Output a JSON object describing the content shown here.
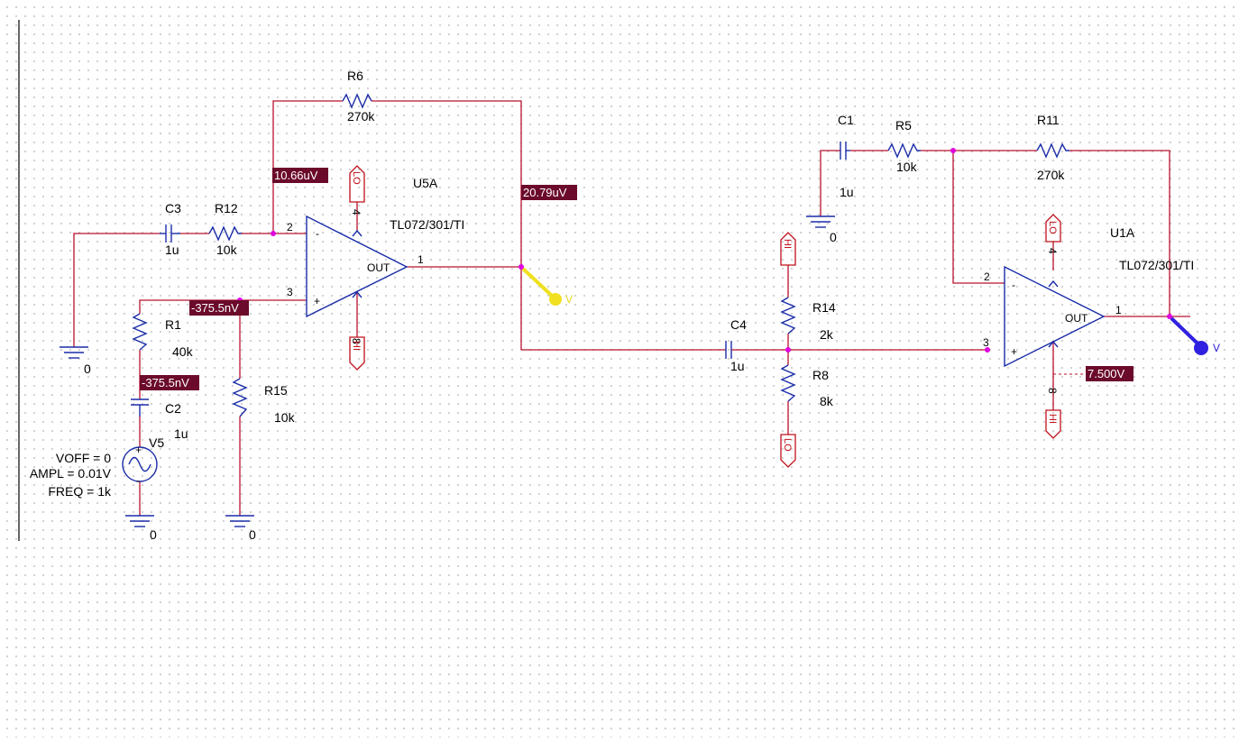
{
  "stage1": {
    "opamp": {
      "ref": "U5A",
      "model": "TL072/301/TI",
      "out_label": "OUT",
      "pin_inv": "2",
      "pin_noninv": "3",
      "pin_out": "1",
      "pin_vneg": "4",
      "pin_vpos": "8",
      "sign_minus": "-",
      "sign_plus": "+"
    },
    "R6": {
      "ref": "R6",
      "value": "270k"
    },
    "R12": {
      "ref": "R12",
      "value": "10k"
    },
    "C3": {
      "ref": "C3",
      "value": "1u"
    },
    "R1": {
      "ref": "R1",
      "value": "40k"
    },
    "C2": {
      "ref": "C2",
      "value": "1u"
    },
    "R15": {
      "ref": "R15",
      "value": "10k"
    },
    "V5": {
      "ref": "V5",
      "voff": "VOFF = 0",
      "ampl": "AMPL = 0.01V",
      "freq": "FREQ = 1k"
    },
    "ground_labels": [
      "0",
      "0",
      "0"
    ],
    "voltage_markers": [
      "10.66uV",
      "20.79uV",
      "-375.5nV",
      "-375.5nV"
    ],
    "probe_label": "V"
  },
  "coupling": {
    "C4": {
      "ref": "C4",
      "value": "1u"
    },
    "R14": {
      "ref": "R14",
      "value": "2k"
    },
    "R8": {
      "ref": "R8",
      "value": "8k"
    },
    "port_hi": "HI",
    "port_lo": "LO"
  },
  "stage2": {
    "opamp": {
      "ref": "U1A",
      "model": "TL072/301/TI",
      "out_label": "OUT",
      "pin_inv": "2",
      "pin_noninv": "3",
      "pin_out": "1",
      "pin_vneg": "4",
      "pin_vpos": "8",
      "sign_minus": "-",
      "sign_plus": "+"
    },
    "C1": {
      "ref": "C1",
      "value": "1u"
    },
    "R5": {
      "ref": "R5",
      "value": "10k"
    },
    "R11": {
      "ref": "R11",
      "value": "270k"
    },
    "ground_label": "0",
    "voltage_marker": "7.500V",
    "probe_label": "V"
  },
  "colors": {
    "wire": "#b8102e",
    "part": "#1a2ca8",
    "badge": "#6b0a2a",
    "node": "#e000e0",
    "probe1": "#f0e020",
    "probe2": "#3020e0"
  }
}
